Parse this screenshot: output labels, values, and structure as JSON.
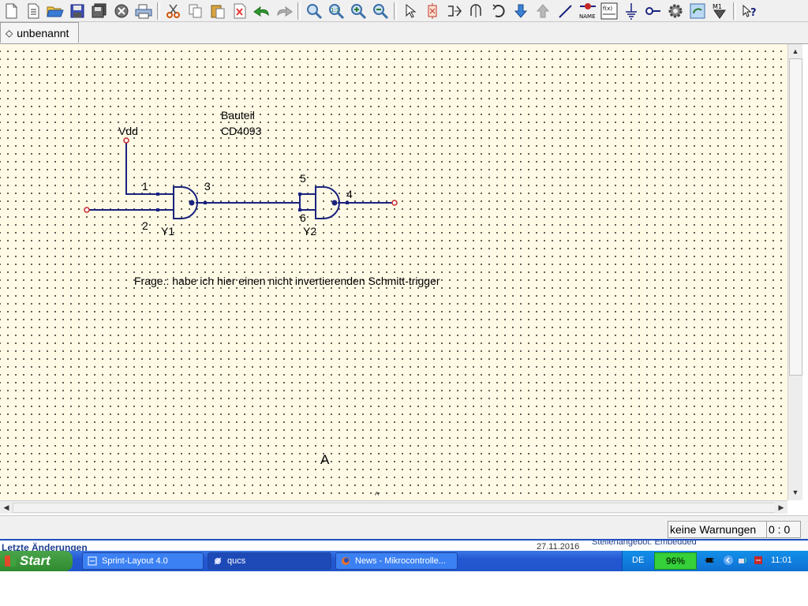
{
  "toolbar": {
    "icons": [
      "new-file",
      "new-text",
      "open-folder",
      "save",
      "save-all",
      "close",
      "print",
      "cut",
      "copy",
      "paste",
      "delete",
      "undo",
      "redo",
      "zoom-fit",
      "zoom-1to1",
      "zoom-in",
      "zoom-out",
      "select-pointer",
      "component-box",
      "mirror-x",
      "mirror-y",
      "rotate",
      "move-down",
      "move-up",
      "wire",
      "wire-label",
      "equation",
      "ground",
      "port",
      "simulate",
      "edit-file",
      "marker",
      "help"
    ],
    "name_label": "NAME",
    "fx_label": "f(x)",
    "marker_label": "M1"
  },
  "tab": {
    "title": "unbenannt"
  },
  "schematic": {
    "vdd_label": "Vdd",
    "part_label": "Bauteil",
    "part_name": "CD4093",
    "pin1": "1",
    "pin2": "2",
    "pin3": "3",
    "pin4": "4",
    "pin5": "5",
    "pin6": "6",
    "gate1": "Y1",
    "gate2": "Y2",
    "question": "Frage.: habe ich hier einen nicht invertierenden Schmitt-trigger",
    "cursor_label": "A",
    "caret": "^",
    "wire_color": "#1a237e",
    "node_color": "#c0392b"
  },
  "status": {
    "warnings": "keine Warnungen",
    "position": "0 : 0"
  },
  "background_window": {
    "title": "Letzte Änderungen",
    "date": "27.11.2016",
    "news": "Stellenangebot: Embedded"
  },
  "taskbar": {
    "start_label": "Start",
    "tasks": [
      {
        "label": "Sprint-Layout 4.0"
      },
      {
        "label": "qucs"
      },
      {
        "label": "News - Mikrocontrolle..."
      }
    ],
    "language": "DE",
    "battery": "96%",
    "clock": "11:01"
  }
}
